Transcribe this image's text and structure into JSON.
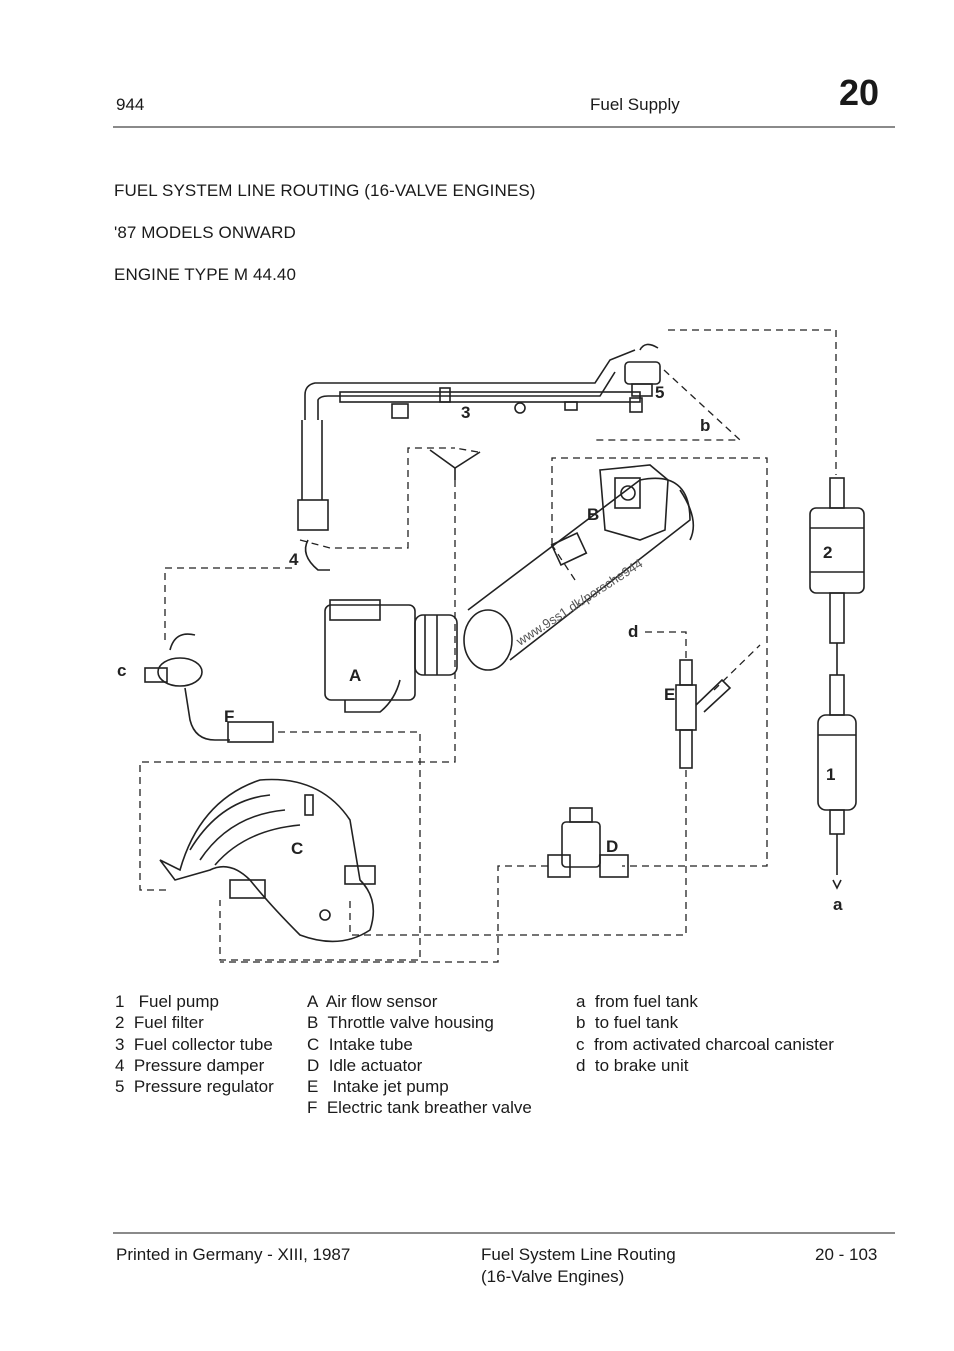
{
  "header": {
    "model": "944",
    "section": "Fuel Supply",
    "chapter": "20"
  },
  "titles": [
    "FUEL SYSTEM LINE ROUTING (16-VALVE ENGINES)",
    "'87 MODELS ONWARD",
    "ENGINE TYPE M 44.40"
  ],
  "diagram": {
    "labels": {
      "n1": "1",
      "n2": "2",
      "n3": "3",
      "n4": "4",
      "n5": "5",
      "A": "A",
      "B": "B",
      "C": "C",
      "D": "D",
      "E": "E",
      "F": "F",
      "a": "a",
      "b": "b",
      "c": "c",
      "d": "d"
    },
    "watermark": "www.9ss1.dk/porsche944"
  },
  "legend": {
    "numbers": [
      "1   Fuel pump",
      "2  Fuel filter",
      "3  Fuel collector tube",
      "4  Pressure damper",
      "5  Pressure regulator"
    ],
    "letters_upper": [
      "A  Air flow sensor",
      "B  Throttle valve housing",
      "C  Intake tube",
      "D  Idle actuator",
      "E   Intake jet pump",
      "F  Electric tank breather valve"
    ],
    "letters_lower": [
      "a  from fuel tank",
      "b  to fuel tank",
      "c  from activated charcoal canister",
      "d  to brake unit"
    ]
  },
  "footer": {
    "printed": "Printed in Germany - XIII, 1987",
    "topic_line1": "Fuel System Line Routing",
    "topic_line2": "(16-Valve Engines)",
    "page": "20 - 103"
  }
}
